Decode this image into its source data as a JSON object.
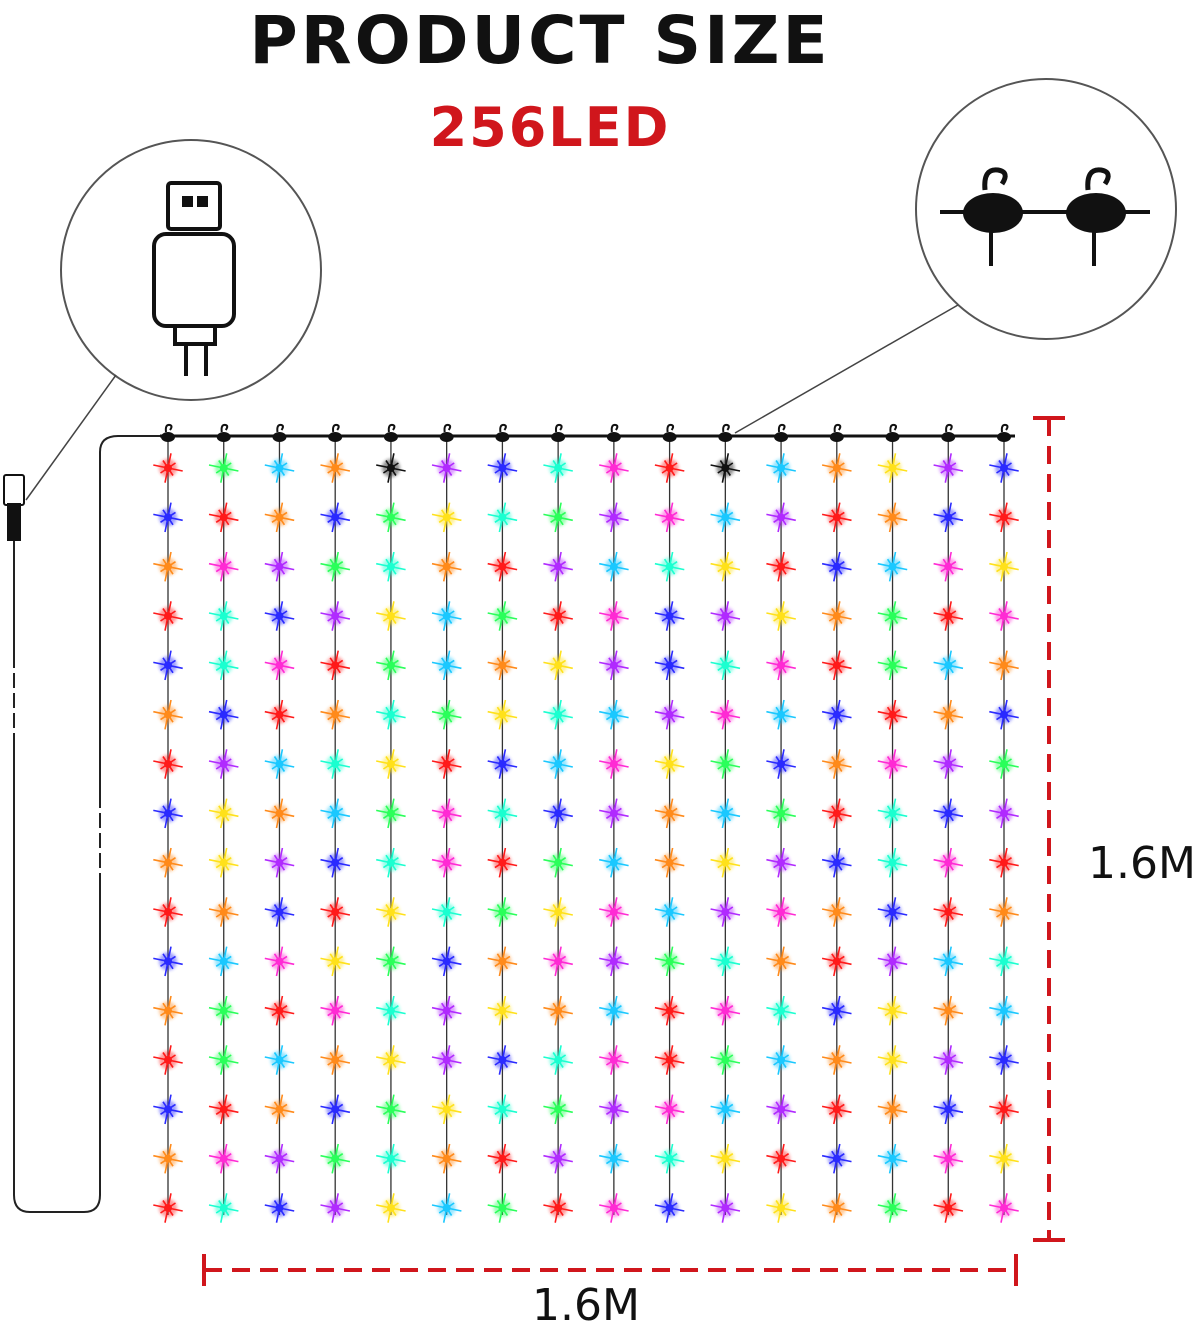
{
  "header": {
    "title": "PRODUCT SIZE",
    "subtitle": "256LED"
  },
  "dimensions": {
    "width_label": "1.6M",
    "height_label": "1.6M"
  },
  "curtain": {
    "columns": 16,
    "leds_per_column": 16
  },
  "callouts": {
    "left": "usb-plug-icon",
    "right": "hook-icon"
  },
  "colors": {
    "accent_red": "#d0161c",
    "wire": "#222222",
    "dimension_line": "#d0161c",
    "led_palette": [
      "#ff1a1a",
      "#1ac8ff",
      "#ffe11a",
      "#2a2aff",
      "#ff2ad4",
      "#2aff5a",
      "#ff8a1a",
      "#b02aff",
      "#1affd0",
      "#111111"
    ]
  }
}
